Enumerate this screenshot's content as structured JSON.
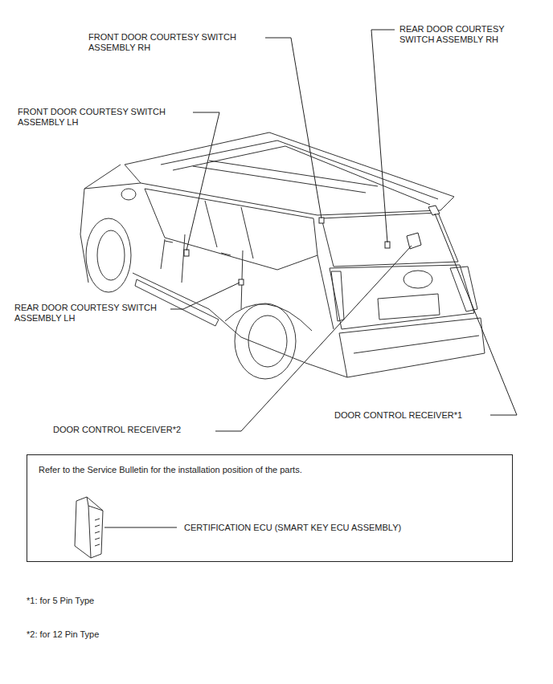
{
  "diagram": {
    "nodes": [
      {
        "text": [
          "Refer to the Service Bulletin for the installation position of the parts.",
          "CERTIFICATION ECU (SMART KEY ECU ASSEMBLY)"
        ]
      }
    ],
    "labels": [
      "FRONT DOOR COURTESY SWITCH ASSEMBLY RH",
      "REAR DOOR COURTESY SWITCH ASSEMBLY RH",
      "FRONT DOOR COURTESY SWITCH ASSEMBLY LH",
      "REAR DOOR COURTESY SWITCH ASSEMBLY LH",
      "DOOR CONTROL RECEIVER*2",
      "DOOR CONTROL RECEIVER*1",
      "*1: for 5 Pin Type",
      "*2: for 12 Pin Type"
    ]
  }
}
